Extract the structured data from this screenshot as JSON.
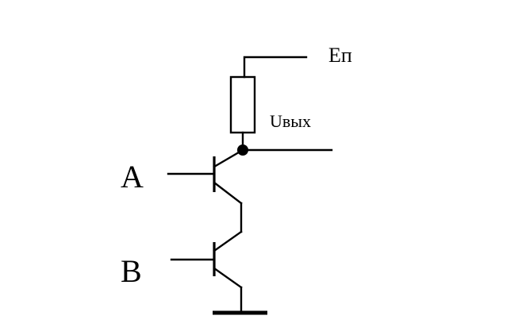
{
  "labels": {
    "supply": "Eп",
    "output": "Uвых",
    "input_a": "A",
    "input_b": "B"
  },
  "components": {
    "resistor": "resistor",
    "transistor_upper": "npn-transistor",
    "transistor_lower": "npn-transistor",
    "ground": "ground",
    "output_node": "junction-dot"
  },
  "colors": {
    "ink": "#000000",
    "background": "#ffffff"
  }
}
